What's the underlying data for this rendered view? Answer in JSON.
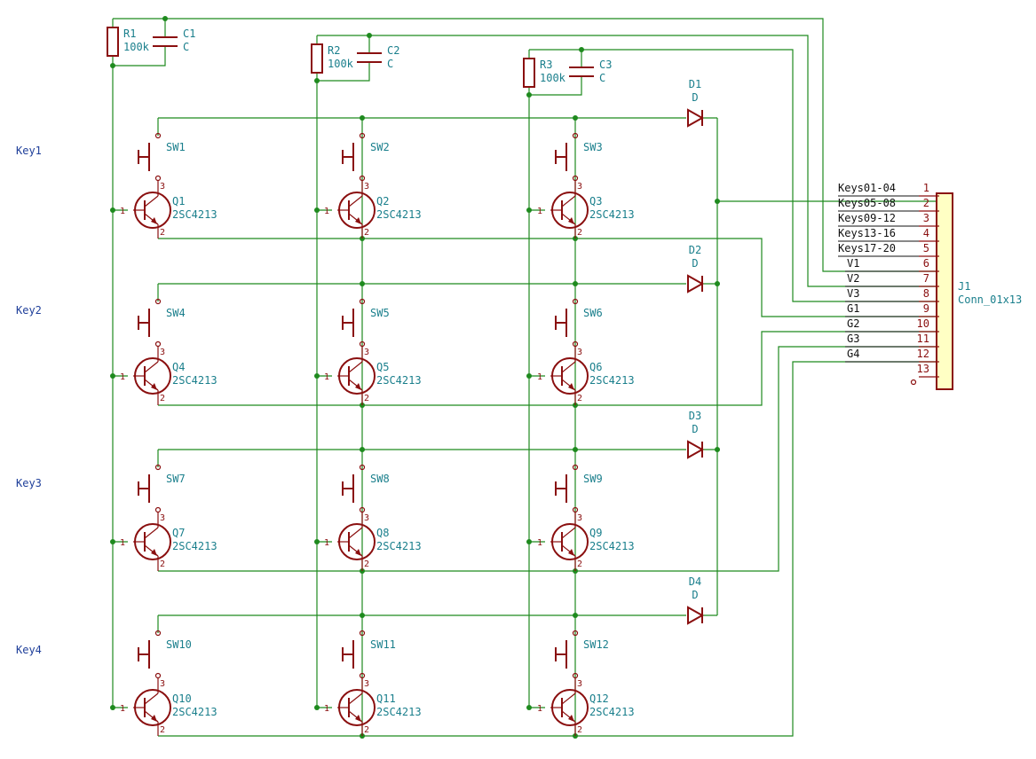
{
  "row_labels": [
    "Key1",
    "Key2",
    "Key3",
    "Key4"
  ],
  "resistors": [
    {
      "ref": "R1",
      "value": "100k"
    },
    {
      "ref": "R2",
      "value": "100k"
    },
    {
      "ref": "R3",
      "value": "100k"
    }
  ],
  "capacitors": [
    {
      "ref": "C1",
      "value": "C"
    },
    {
      "ref": "C2",
      "value": "C"
    },
    {
      "ref": "C3",
      "value": "C"
    }
  ],
  "diodes": [
    {
      "ref": "D1",
      "value": "D"
    },
    {
      "ref": "D2",
      "value": "D"
    },
    {
      "ref": "D3",
      "value": "D"
    },
    {
      "ref": "D4",
      "value": "D"
    }
  ],
  "switches": [
    "SW1",
    "SW2",
    "SW3",
    "SW4",
    "SW5",
    "SW6",
    "SW7",
    "SW8",
    "SW9",
    "SW10",
    "SW11",
    "SW12"
  ],
  "transistors": [
    "Q1",
    "Q2",
    "Q3",
    "Q4",
    "Q5",
    "Q6",
    "Q7",
    "Q8",
    "Q9",
    "Q10",
    "Q11",
    "Q12"
  ],
  "transistor_value": "2SC4213",
  "transistor_pins": {
    "base": "1",
    "collector": "3",
    "emitter": "2"
  },
  "connector": {
    "ref": "J1",
    "value": "Conn_01x13",
    "pins": [
      {
        "num": "1",
        "net": "Keys01-04"
      },
      {
        "num": "2",
        "net": "Keys05-08"
      },
      {
        "num": "3",
        "net": "Keys09-12"
      },
      {
        "num": "4",
        "net": "Keys13-16"
      },
      {
        "num": "5",
        "net": "Keys17-20"
      },
      {
        "num": "6",
        "net": "V1"
      },
      {
        "num": "7",
        "net": "V2"
      },
      {
        "num": "8",
        "net": "V3"
      },
      {
        "num": "9",
        "net": "G1"
      },
      {
        "num": "10",
        "net": "G2"
      },
      {
        "num": "11",
        "net": "G3"
      },
      {
        "num": "12",
        "net": "G4"
      },
      {
        "num": "13",
        "net": ""
      }
    ]
  }
}
